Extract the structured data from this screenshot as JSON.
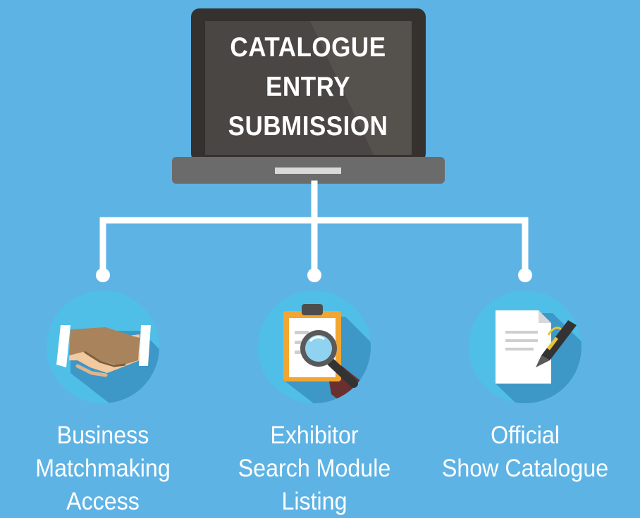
{
  "title_lines": [
    "CATALOGUE",
    "ENTRY",
    "SUBMISSION"
  ],
  "nodes": [
    {
      "icon": "handshake-icon",
      "label_lines": [
        "Business",
        "Matchmaking",
        "Access"
      ]
    },
    {
      "icon": "clipboard-magnifier-icon",
      "label_lines": [
        "Exhibitor",
        "Search Module",
        "Listing"
      ]
    },
    {
      "icon": "document-pen-icon",
      "label_lines": [
        "Official",
        "Show Catalogue"
      ]
    }
  ],
  "colors": {
    "background": "#5eb3e5",
    "icon_circle": "#4fbfe8",
    "connector": "#ffffff",
    "laptop_body": "#3d3a37",
    "laptop_base": "#6b6b6b"
  }
}
